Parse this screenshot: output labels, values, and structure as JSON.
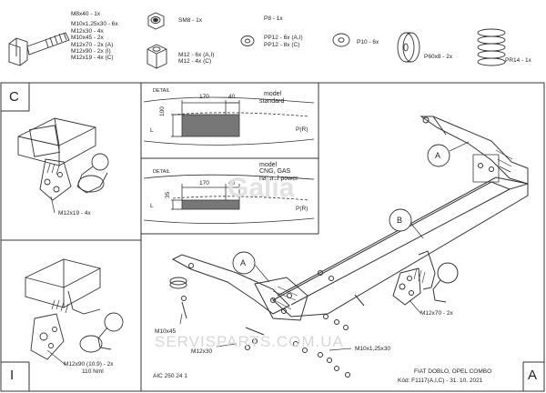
{
  "hardware": {
    "bolt_list": [
      "M8x40 - 1x",
      "M10x1,25x30 - 6x",
      "M12x30 - 4x",
      "M10x45 - 2x",
      "M12x70 - 2x (A)",
      "M12x90 - 2x (I)",
      "M12x19 - 4x (C)"
    ],
    "nut1": "SM8 - 1x",
    "nut2_list": [
      "M12 - 6x (A,I)",
      "M12 - 4x (C)"
    ],
    "washer1_list": [
      "P8 - 1x",
      "",
      "PP12 - 6x (A,I)",
      "PP12 - 8x (C)"
    ],
    "washer2": "P10 - 6x",
    "washer3": "P60x8 - 2x",
    "spring": "PR14 - 1x"
  },
  "panels": {
    "c_letter": "C",
    "i_letter": "I",
    "a_letter": "A",
    "c_bolt_label": "M12x19 - 4x",
    "i_bolt_label_1": "M12x90 (10.9) - 2x",
    "i_bolt_label_2": "110 Nml"
  },
  "details": {
    "top": {
      "detail_label": "DETAIL",
      "mode_1": "model",
      "mode_2": "standard",
      "dim_width": "170",
      "dim_offset": "40",
      "dim_height": "100",
      "side_label": "L",
      "ref_label": "P(R)"
    },
    "bottom": {
      "detail_label": "DETAIL",
      "mode_1": "model",
      "mode_2": "CNG, GAS",
      "mode_3": "natural power",
      "dim_width": "170",
      "dim_offset": "40",
      "dim_height": "35",
      "side_label": "L",
      "ref_label": "P(R)"
    }
  },
  "callouts": {
    "a_upper": "A",
    "b": "B",
    "a_lower": "A"
  },
  "labels": {
    "m10x45": "M10x45",
    "m12x30": "M12x30",
    "m10x1": "M10x1,25x30",
    "m12x70": "M12x70 - 2x",
    "aic": "AIC 250 24 1",
    "vehicle": "FIAT DOBLO, OPEL COMBO",
    "code": "Kód: F1117(A,I,C) - 31. 10. 2021"
  },
  "watermark": "SERVISPARTS.COM.UA",
  "logo": "Galia"
}
